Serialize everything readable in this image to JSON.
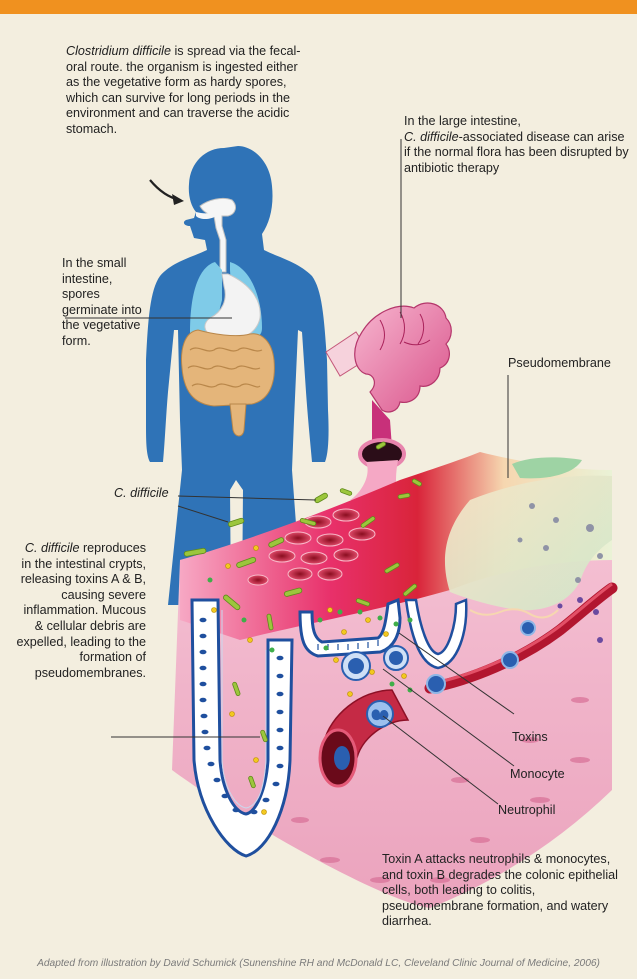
{
  "header": {
    "accent_color": "#f0911f"
  },
  "captions": {
    "spread": {
      "species": "Clostridium difficile",
      "text": " is spread via the fecal-oral route. the organism is ingested either as the vegetative form as hardy spores, which can survive for long periods in the environment and can traverse the acidic stomach."
    },
    "large_intestine": {
      "line1": "In the large intestine,",
      "species": "C. difficile",
      "text": "-associated disease can arise if the normal flora has been disrupted by antibiotic therapy"
    },
    "small_intestine": "In the small intestine, spores germinate into the vegetative form.",
    "reproduces": {
      "species": "C. difficile",
      "text": " reproduces in the intestinal crypts, releasing toxins A & B, causing severe inflammation. Mucous & cellular debris are expelled, leading to the formation of pseudomembranes."
    },
    "toxin_effects": "Toxin A attacks neutrophils & monocytes, and toxin B degrades the colonic epithelial cells, both leading to colitis, pseudomembrane formation, and watery diarrhea."
  },
  "labels": {
    "pseudomembrane": "Pseudomembrane",
    "c_difficile": "C. difficile",
    "toxins": "Toxins",
    "monocyte": "Monocyte",
    "neutrophil": "Neutrophil"
  },
  "footer": "Adapted from illustration by David Schumick (Sunenshine RH and McDonald LC, Cleveland Clinic Journal of Medicine, 2006)",
  "colors": {
    "body_silhouette": "#2f73b7",
    "lungs": "#7fcbe8",
    "intestine": "#e4b57a",
    "tissue_pink": "#f2b4cc",
    "tissue_red": "#d9243a",
    "bacteria_green": "#9cc63c",
    "cell_blue": "#2a5fb0"
  }
}
